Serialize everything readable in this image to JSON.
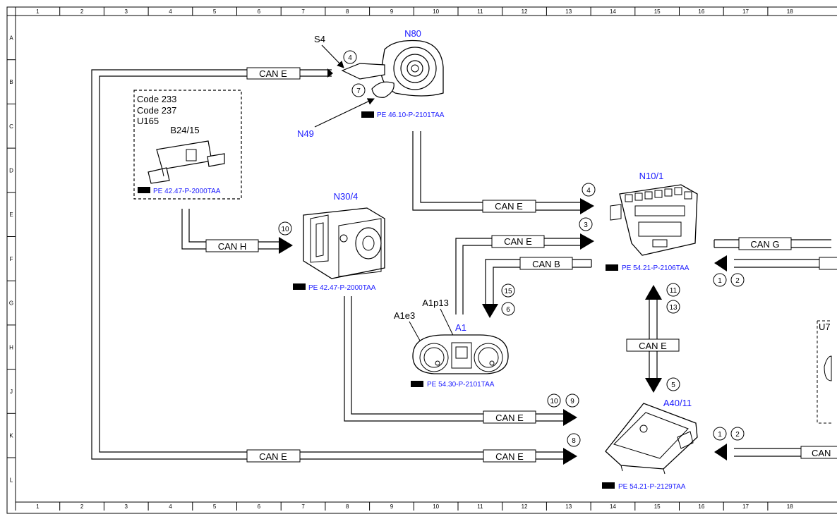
{
  "grid": {
    "columns": [
      "1",
      "2",
      "3",
      "4",
      "5",
      "6",
      "7",
      "8",
      "9",
      "10",
      "11",
      "12",
      "13",
      "14",
      "15",
      "16",
      "17",
      "18"
    ],
    "rows": [
      "A",
      "B",
      "C",
      "D",
      "E",
      "F",
      "G",
      "H",
      "J",
      "K",
      "L"
    ]
  },
  "components": {
    "n80": {
      "name": "N80",
      "sub_s4": "S4",
      "sub_n49": "N49",
      "ref": "PE 46.10-P-2101TAA"
    },
    "b2415": {
      "codes": [
        "Code 233",
        "Code 237",
        "U165"
      ],
      "name": "B24/15",
      "ref": "PE 42.47-P-2000TAA"
    },
    "n304": {
      "name": "N30/4",
      "ref": "PE 42.47-P-2000TAA"
    },
    "n101": {
      "name": "N10/1",
      "ref": "PE 54.21-P-2106TAA"
    },
    "a1": {
      "name": "A1",
      "sub_a1e3": "A1e3",
      "sub_a1p13": "A1p13",
      "ref": "PE 54.30-P-2101TAA"
    },
    "a4011": {
      "name": "A40/11",
      "ref": "PE 54.21-P-2129TAA"
    },
    "u7": {
      "name": "U7"
    }
  },
  "buses": {
    "can_e": "CAN E",
    "can_h": "CAN H",
    "can_b": "CAN B",
    "can_g": "CAN G",
    "can_partial": "CAN"
  },
  "markers": {
    "m4a": "4",
    "m7": "7",
    "m10a": "10",
    "m4b": "4",
    "m3": "3",
    "m15": "15",
    "m6": "6",
    "m11": "11",
    "m13": "13",
    "m5": "5",
    "m1a": "1",
    "m2a": "2",
    "m10b": "10",
    "m9": "9",
    "m8": "8",
    "m1b": "1",
    "m2b": "2"
  }
}
